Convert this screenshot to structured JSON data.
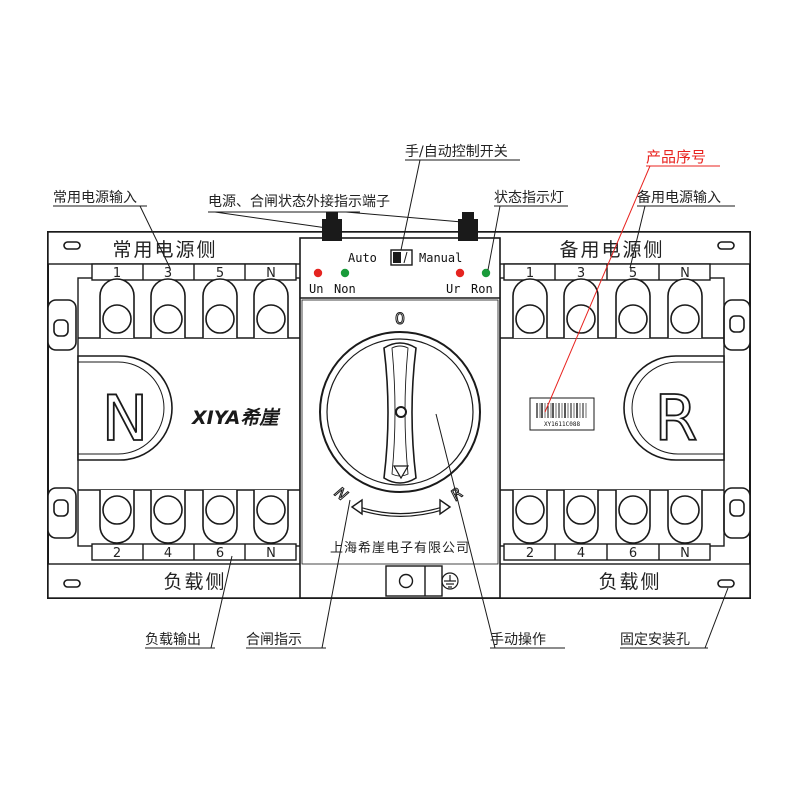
{
  "callouts": {
    "manual_auto_switch": "手/自动控制开关",
    "serial_number": "产品序号",
    "normal_power_input": "常用电源输入",
    "external_indicator_terminal": "电源、合闸状态外接指示端子",
    "status_light": "状态指示灯",
    "standby_power_input": "备用电源输入",
    "load_output": "负载输出",
    "closing_indicator": "合闸指示",
    "manual_operation": "手动操作",
    "mounting_hole": "固定安装孔"
  },
  "panel": {
    "normal_side_label": "常用电源侧",
    "standby_side_label": "备用电源侧",
    "load_side_label_left": "负载侧",
    "load_side_label_right": "负载侧",
    "mode_auto": "Auto",
    "mode_manual": "Manual",
    "led_un": "Un",
    "led_non": "Non",
    "led_ur": "Ur",
    "led_ron": "Ron",
    "handle_zero": "0",
    "handle_n": "N",
    "handle_r": "R",
    "big_n": "N",
    "big_r": "R",
    "brand_logo": "XIYA希崖",
    "company": "上海希崖电子有限公司",
    "serial_text": "XY1611C088"
  },
  "terminals": {
    "top_left": [
      "1",
      "3",
      "5",
      "N"
    ],
    "top_right": [
      "1",
      "3",
      "5",
      "N"
    ],
    "bottom_left": [
      "2",
      "4",
      "6",
      "N"
    ],
    "bottom_right": [
      "2",
      "4",
      "6",
      "N"
    ]
  },
  "colors": {
    "serial_callout": "#e8231f",
    "led_red": "#e52420",
    "led_green": "#1a9b3a",
    "line": "#1a1a1a"
  }
}
